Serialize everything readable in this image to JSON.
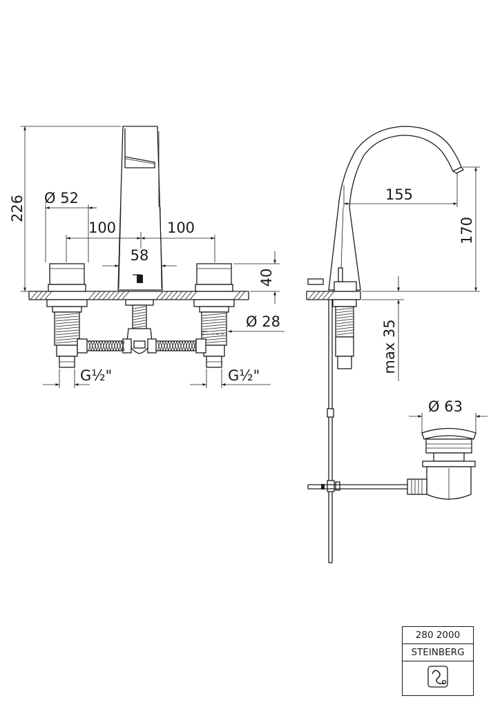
{
  "front_view": {
    "height_overall": "226",
    "handle_diameter": "Ø 52",
    "spacing_left": "100",
    "spacing_right": "100",
    "spout_width": "58",
    "handle_height": "40",
    "shank_diameter": "Ø 28",
    "thread_left": "G½\"",
    "thread_right": "G½\""
  },
  "side_view": {
    "spout_reach": "155",
    "spout_height": "170",
    "deck_thickness": "max 35"
  },
  "waste": {
    "diameter": "Ø 63"
  },
  "title_block": {
    "article_number": "280 2000",
    "brand": "STEINBERG"
  }
}
